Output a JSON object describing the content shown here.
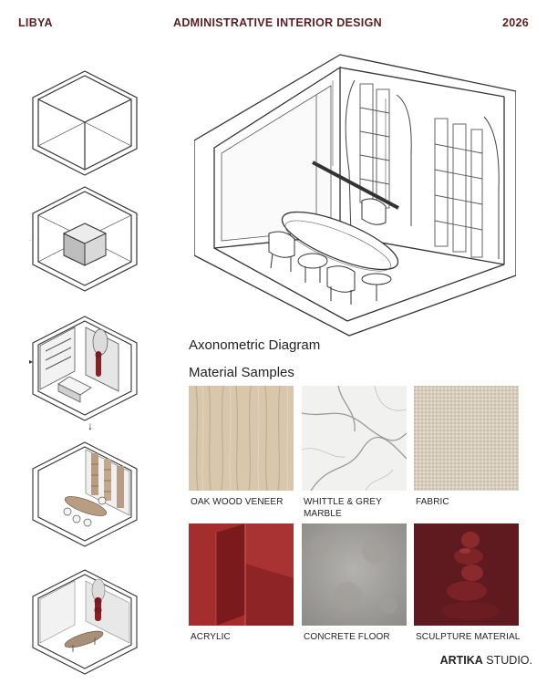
{
  "header": {
    "left": "LIBYA",
    "center": "ADMINISTRATIVE INTERIOR DESIGN",
    "right": "2026"
  },
  "colors": {
    "accent": "#5a1e22",
    "line": "#333333",
    "text": "#222222"
  },
  "headings": {
    "axonometric": "Axonometric Diagram",
    "materials": "Material Samples"
  },
  "materials": [
    {
      "label": "OAK WOOD VENEER",
      "icon": "oak-wood-swatch"
    },
    {
      "label": "WHITTLE & GREY MARBLE",
      "icon": "marble-swatch"
    },
    {
      "label": "FABRIC",
      "icon": "fabric-swatch"
    },
    {
      "label": "ACRYLIC",
      "icon": "acrylic-swatch"
    },
    {
      "label": "CONCRETE FLOOR",
      "icon": "concrete-swatch"
    },
    {
      "label": "SCULPTURE MATERIAL",
      "icon": "sculpture-swatch"
    }
  ],
  "brand": {
    "bold": "ARTIKA",
    "rest": " STUDIO."
  }
}
